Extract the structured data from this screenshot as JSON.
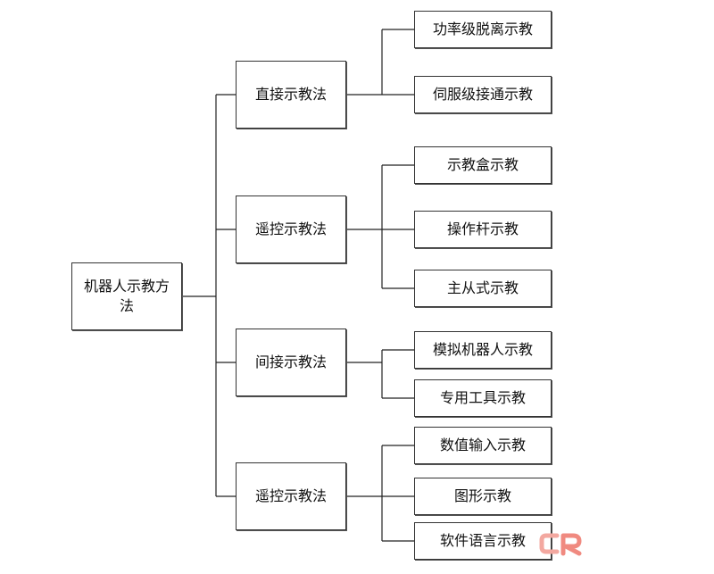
{
  "root": {
    "label": "机器人示教方法"
  },
  "categories": [
    {
      "label": "直接示教法",
      "children": [
        "功率级脱离示教",
        "伺服级接通示教"
      ]
    },
    {
      "label": "遥控示教法",
      "children": [
        "示教盒示教",
        "操作杆示教",
        "主从式示教"
      ]
    },
    {
      "label": "间接示教法",
      "children": [
        "模拟机器人示教",
        "专用工具示教"
      ]
    },
    {
      "label": "遥控示教法",
      "children": [
        "数值输入示教",
        "图形示教",
        "软件语言示教"
      ]
    }
  ]
}
